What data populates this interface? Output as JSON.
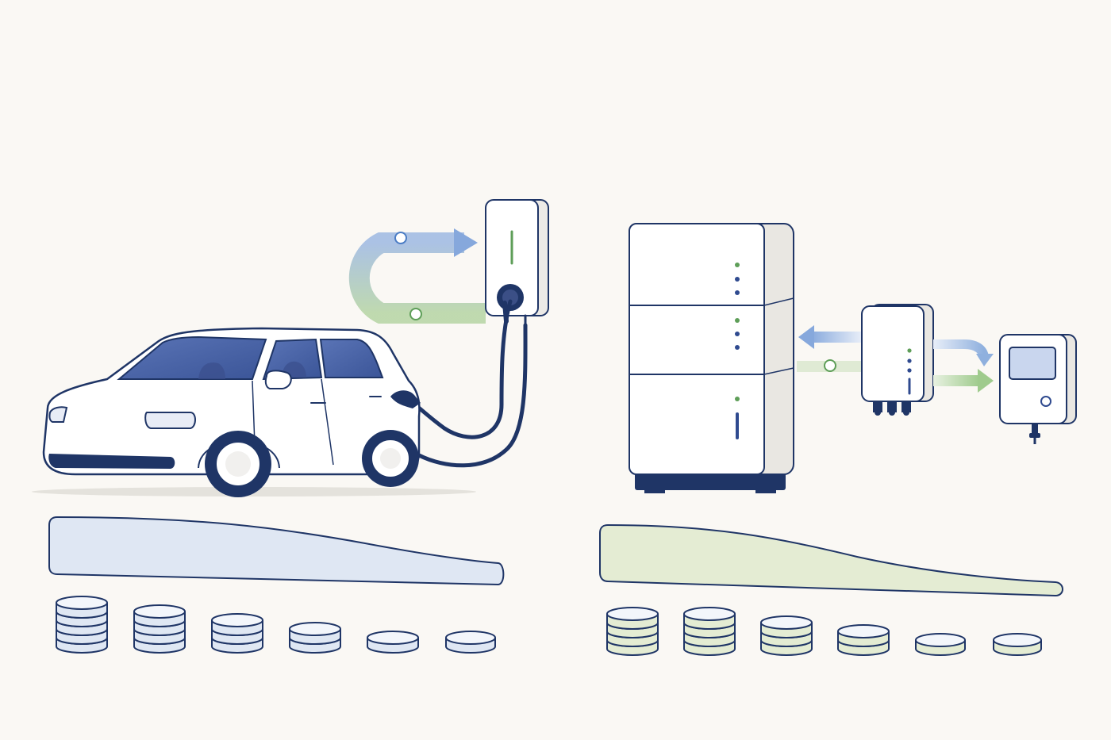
{
  "palette": {
    "background": "#faf8f4",
    "outline": "#1f3566",
    "car_body": "#ffffff",
    "window": "#4a64a8",
    "blue_tint": "#dfe7f3",
    "green_tint": "#e4ecd3",
    "green_accent": "#5e9e58",
    "blue_accent": "#2f4a8f",
    "arrow_blue": "#8fb0de",
    "arrow_green": "#a9cf9a",
    "shadow": "#e2e0da"
  },
  "left_group": {
    "subject": "electric-car-charging",
    "icons": [
      "car-icon",
      "wall-charger-icon",
      "charging-cable-icon",
      "loop-flow-arrow-icon"
    ],
    "cost_trend": {
      "start_level": 1.0,
      "end_level": 0.25
    },
    "coin_stacks": [
      5,
      4,
      3,
      2,
      1,
      1
    ]
  },
  "right_group": {
    "subject": "home-battery-storage",
    "icons": [
      "battery-cabinet-icon",
      "inverter-icon",
      "energy-meter-icon",
      "bidirectional-arrow-icon"
    ],
    "cost_trend": {
      "start_level": 1.0,
      "end_level": 0.25
    },
    "coin_stacks": [
      4,
      4,
      3,
      2,
      1,
      1
    ]
  }
}
